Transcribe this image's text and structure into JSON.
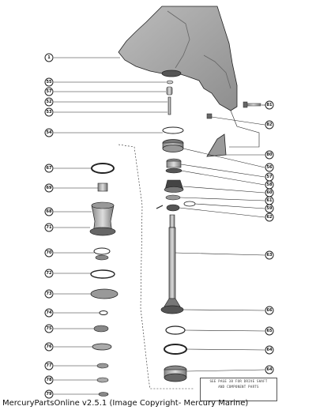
{
  "diagram": {
    "callouts": {
      "c1": "1",
      "c55": "55",
      "c57a": "57",
      "c52": "52",
      "c53": "53",
      "c54": "54",
      "c81": "81",
      "c82": "82",
      "c80": "80",
      "c56": "56",
      "c57b": "57",
      "c58": "58",
      "c60": "60",
      "c61": "61",
      "c59": "59",
      "c62": "62",
      "c63": "63",
      "c66": "66",
      "c65": "65",
      "c64": "64",
      "c67": "67",
      "c69": "69",
      "c68": "68",
      "c71": "71",
      "c70": "70",
      "c72": "72",
      "c73": "73",
      "c74": "74",
      "c75": "75",
      "c76": "76",
      "c77": "77",
      "c78": "78",
      "c79": "79"
    },
    "note_lines": [
      "SEE PAGE 38 FOR DRIVE SHAFT",
      "AND COMPONENT PARTS"
    ]
  },
  "footer": "MercuryPartsOnline v2.5.1 (Image Copyright- Mercury Marine)"
}
